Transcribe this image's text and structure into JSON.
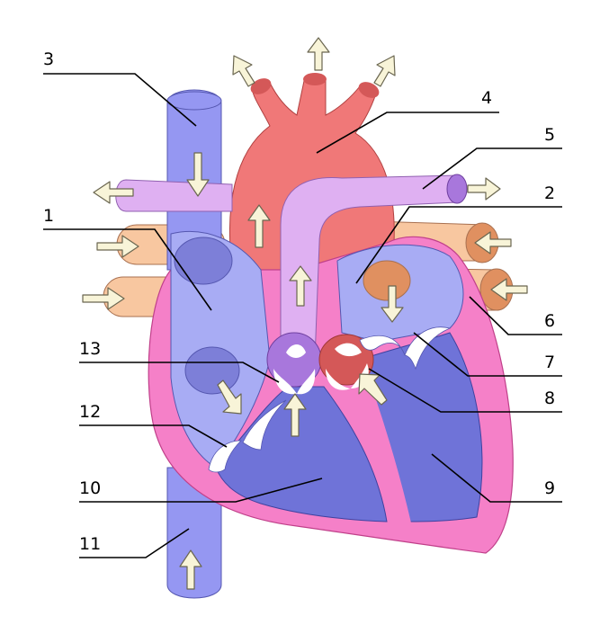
{
  "diagram": {
    "labels": [
      "1",
      "2",
      "3",
      "4",
      "5",
      "6",
      "7",
      "8",
      "9",
      "10",
      "11",
      "12",
      "13"
    ]
  },
  "colors": {
    "vena_cava": "#9597f2",
    "vena_cava_dark": "#7d7fd8",
    "aorta": "#f07878",
    "aorta_dark": "#d45858",
    "pulmonary_artery": "#dfb0f2",
    "pulmonary_artery_dark": "#a877dc",
    "pulmonary_vein": "#f8c7a0",
    "pulmonary_vein_end": "#e09060",
    "myocardium": "#f580c8",
    "myocardium_outline": "#c0408a",
    "atrium": "#a8acf4",
    "ventricle": "#6f73d8",
    "valve": "#ffffff",
    "arrow_fill": "#f8f4d8"
  }
}
